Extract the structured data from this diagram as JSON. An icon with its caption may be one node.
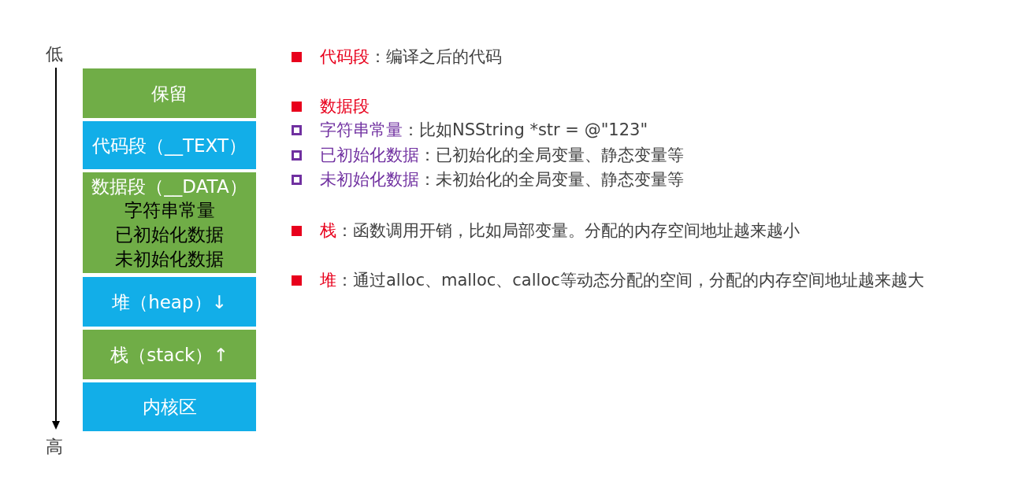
{
  "diagram": {
    "nodes": [
      {
        "text": [
          "保留"
        ]
      },
      {
        "text": [
          "代码段（__TEXT）"
        ]
      },
      {
        "text": [
          "数据段（__DATA）",
          "字符串常量",
          "已初始化数据",
          "未初始化数据"
        ]
      },
      {
        "text": [
          "堆（heap）↓"
        ]
      },
      {
        "text": [
          "栈（stack）↑"
        ]
      },
      {
        "text": [
          "内核区"
        ]
      }
    ],
    "edges": [],
    "labels": [
      "低",
      "代码段",
      "：编译之后的代码",
      "数据段",
      "字符串常量",
      "：比如NSString *str = @\"123\"",
      "已初始化数据",
      "：已初始化的全局变量、静态变量等",
      "未初始化数据",
      "：未初始化的全局变量、静态变量等",
      "栈",
      "：函数调用开销，比如局部变量。分配的内存空间地址越来越小",
      "堆",
      "：通过alloc、malloc、calloc等动态分配的空间，分配的内存空间地址越来越大",
      "高"
    ]
  }
}
